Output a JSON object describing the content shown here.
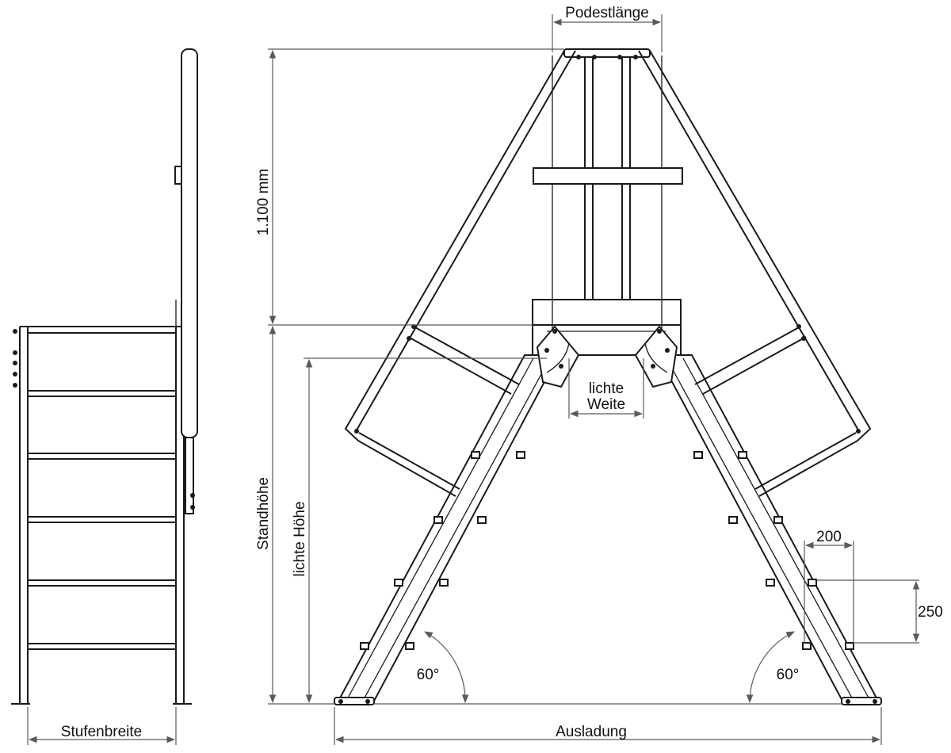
{
  "labels": {
    "podestlaenge": "Podestlänge",
    "handrail_height": "1.100 mm",
    "standhoehe": "Standhöhe",
    "lichte_hoehe": "lichte Höhe",
    "lichte_weite_line1": "lichte",
    "lichte_weite_line2": "Weite",
    "step_depth": "200",
    "step_rise": "250",
    "angle_left": "60°",
    "angle_right": "60°",
    "ausladung": "Ausladung",
    "stufenbreite": "Stufenbreite"
  },
  "colors": {
    "line": "#1a1a1a",
    "dimension": "#5a5a5a",
    "background": "#ffffff"
  }
}
